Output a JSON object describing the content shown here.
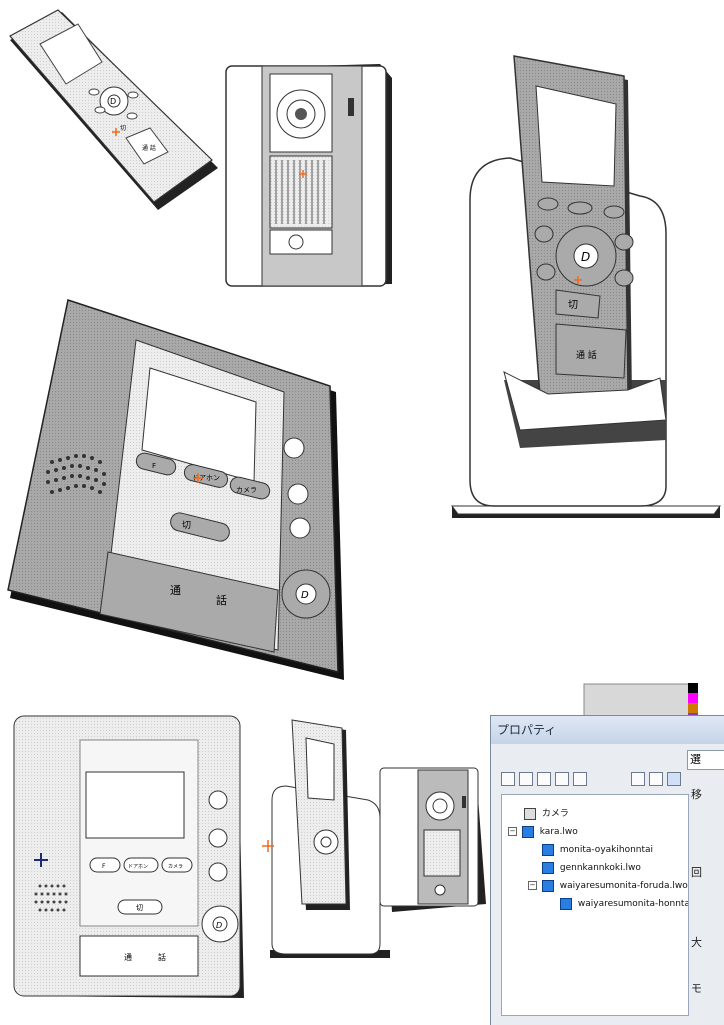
{
  "illustration": {
    "handset_small": {
      "lcd_label": "D",
      "off_label": "切",
      "talk_label": "通 話"
    },
    "handset_large": {
      "lcd_label": "D",
      "off_label": "切",
      "talk_label": "通 話"
    },
    "monitor_main": {
      "btn_f": "F",
      "btn_door": "ドアホン",
      "btn_camera": "カメラ",
      "btn_off": "切",
      "talk_left": "通",
      "talk_right": "話",
      "nav_label": "D"
    },
    "monitor_small": {
      "btn_f": "F",
      "btn_door": "ドアホン",
      "btn_camera": "カメラ",
      "btn_off": "切",
      "talk_left": "通",
      "talk_right": "話",
      "nav_label": "D"
    }
  },
  "properties_panel": {
    "title": "プロパティ",
    "selector_value": "選",
    "tree": [
      {
        "label": "カメラ",
        "depth": 0,
        "kind": "camera"
      },
      {
        "label": "kara.lwo",
        "depth": 0,
        "kind": "object",
        "toggle": "−"
      },
      {
        "label": "monita-oyakihonntai",
        "depth": 1,
        "kind": "object"
      },
      {
        "label": "gennkannkoki.lwo",
        "depth": 1,
        "kind": "object"
      },
      {
        "label": "waiyaresumonita-foruda.lwo",
        "depth": 1,
        "kind": "object",
        "toggle": "−"
      },
      {
        "label": "waiyaresumonita-honnta",
        "depth": 2,
        "kind": "object"
      }
    ],
    "side_labels": [
      "移",
      "回",
      "大",
      "モ"
    ]
  },
  "colors": {
    "panel_bg": "#e9edf2",
    "object_blue": "#2a7de1",
    "device_gray": "#9c9c9c",
    "cursor_orange": "#f26a1b",
    "cursor_navy": "#1c2a73"
  }
}
